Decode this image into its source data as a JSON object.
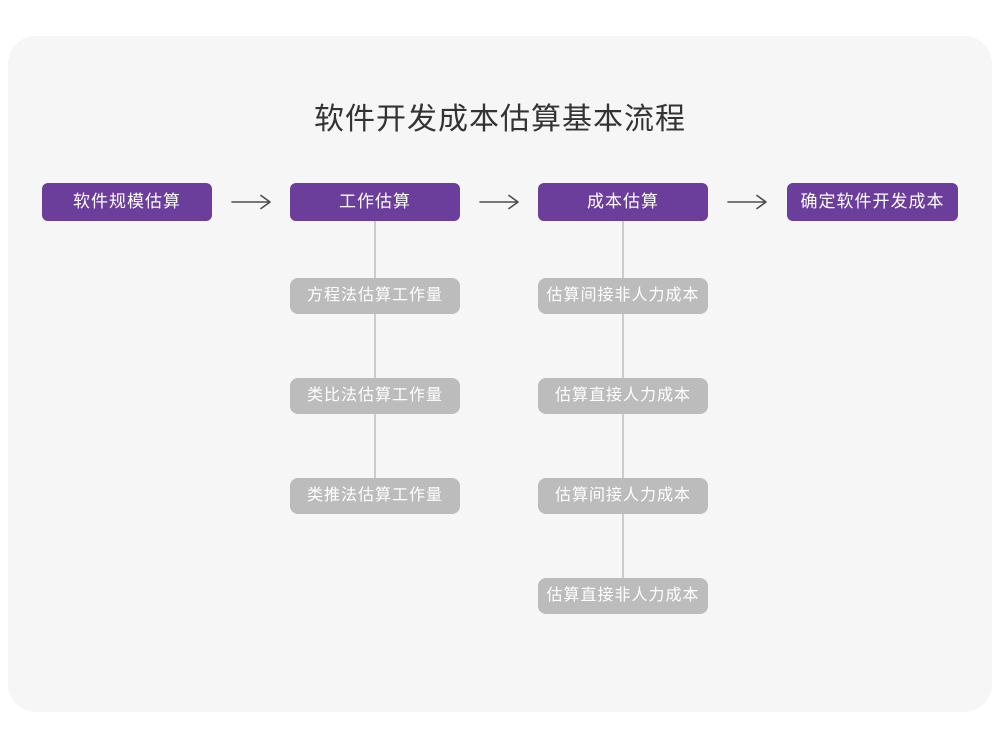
{
  "title": "软件开发成本估算基本流程",
  "colors": {
    "page_background": "#ffffff",
    "card_background": "#f6f6f7",
    "stage_box": "#6b3e9b",
    "sub_box": "#bcbcbc",
    "connector_line": "#cccccc",
    "arrow": "#4d4d4d",
    "title_text": "#333333",
    "box_text": "#ffffff"
  },
  "icons": {
    "arrow_right": "arrow-right-icon"
  },
  "flow": {
    "stages": [
      {
        "label": "软件规模估算"
      },
      {
        "label": "工作估算"
      },
      {
        "label": "成本估算"
      },
      {
        "label": "确定软件开发成本"
      }
    ],
    "effort_methods": [
      "方程法估算工作量",
      "类比法估算工作量",
      "类推法估算工作量"
    ],
    "cost_steps": [
      "估算间接非人力成本",
      "估算直接人力成本",
      "估算间接人力成本",
      "估算直接非人力成本"
    ]
  }
}
